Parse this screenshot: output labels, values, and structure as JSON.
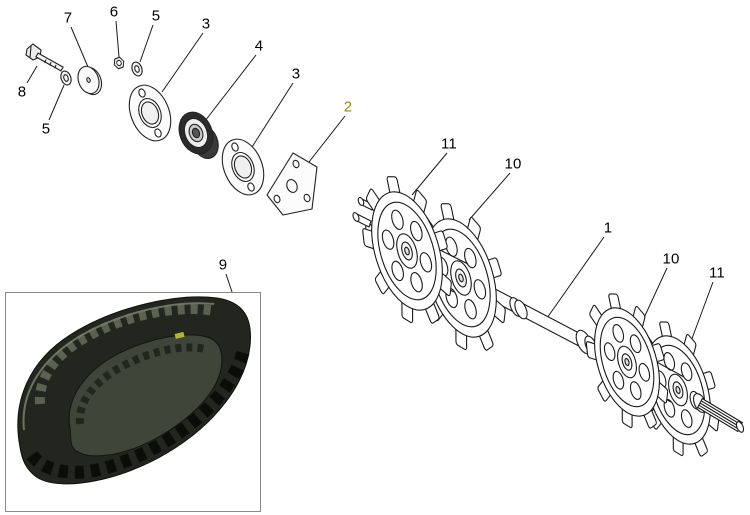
{
  "page": {
    "background": "#ffffff"
  },
  "diagram": {
    "colors": {
      "line": "#1a1a1a",
      "text": "#000000",
      "highlight": "#9a8a00",
      "track_dark": "#23261e",
      "track_mid": "#40453a",
      "track_light": "#5c6252"
    },
    "callouts": [
      {
        "label": "7"
      },
      {
        "label": "6"
      },
      {
        "label": "5"
      },
      {
        "label": "3"
      },
      {
        "label": "4"
      },
      {
        "label": "3"
      },
      {
        "label": "2",
        "highlighted": true
      },
      {
        "label": "8"
      },
      {
        "label": "5"
      },
      {
        "label": "9"
      },
      {
        "label": "11"
      },
      {
        "label": "10"
      },
      {
        "label": "1"
      },
      {
        "label": "10"
      },
      {
        "label": "11"
      }
    ]
  }
}
